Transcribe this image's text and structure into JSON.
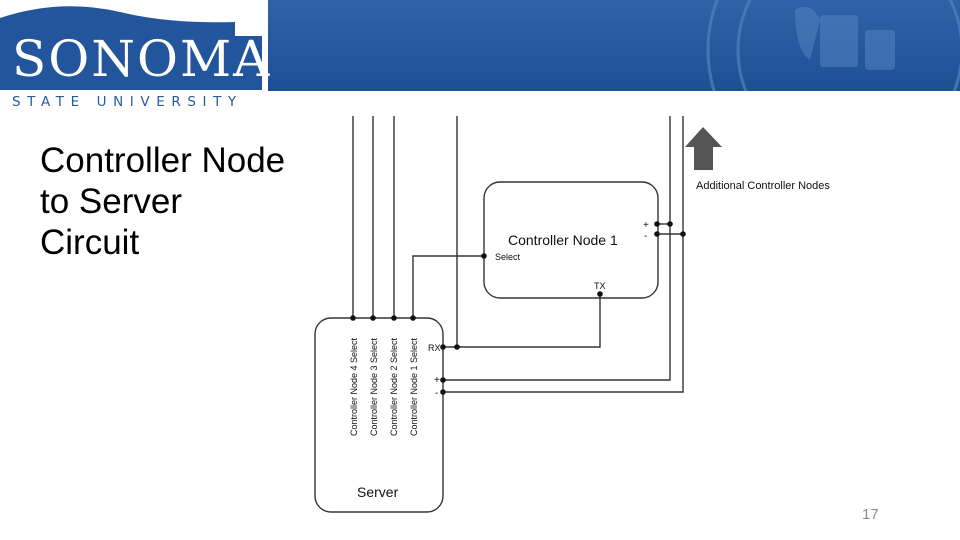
{
  "header": {
    "brand_main": "SONOMA",
    "brand_sub": "STATE UNIVERSITY",
    "primary_color": "#22559c",
    "seal_icon": "university-seal"
  },
  "slide": {
    "title": "Controller Node\nto Server\nCircuit",
    "page_number": "17"
  },
  "diagram": {
    "server_label": "Server",
    "server_selects": [
      "Controller Node 4 Select",
      "Controller Node 3 Select",
      "Controller Node 2 Select",
      "Controller Node 1 Select"
    ],
    "server_rx": "RX",
    "plus": "+",
    "minus": "-",
    "node_label": "Controller Node 1",
    "node_select": "Select",
    "node_tx": "TX",
    "additional_label": "Additional Controller Nodes",
    "arrow_icon": "up-arrow"
  }
}
